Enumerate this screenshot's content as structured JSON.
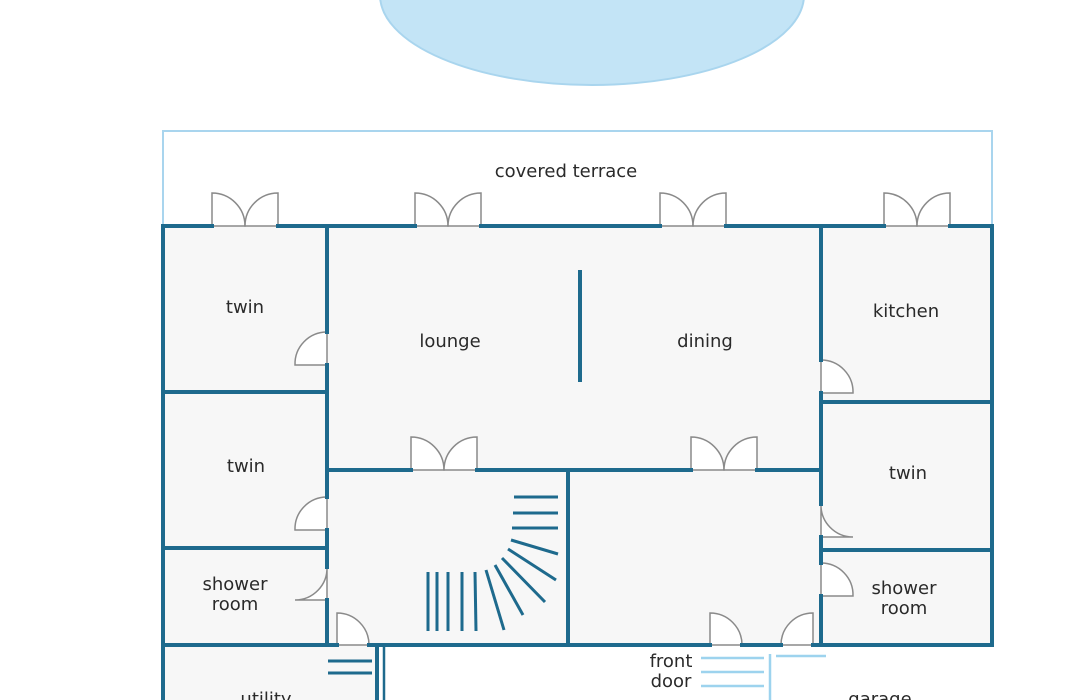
{
  "labels": {
    "covered_terrace": "covered terrace",
    "twin_top_left": "twin",
    "lounge": "lounge",
    "dining": "dining",
    "kitchen": "kitchen",
    "twin_mid_left": "twin",
    "twin_right": "twin",
    "shower_left_1": "shower",
    "shower_left_2": "room",
    "shower_right_1": "shower",
    "shower_right_2": "room",
    "front_door_1": "front",
    "front_door_2": "door",
    "utility": "utility",
    "garage": "garage"
  },
  "colors": {
    "wall": "#1e6a8d",
    "pool": "#c3e4f6",
    "pool_edge": "#a9d5ee",
    "floor": "#f7f7f7",
    "terrace_edge": "#a9d5ee"
  }
}
